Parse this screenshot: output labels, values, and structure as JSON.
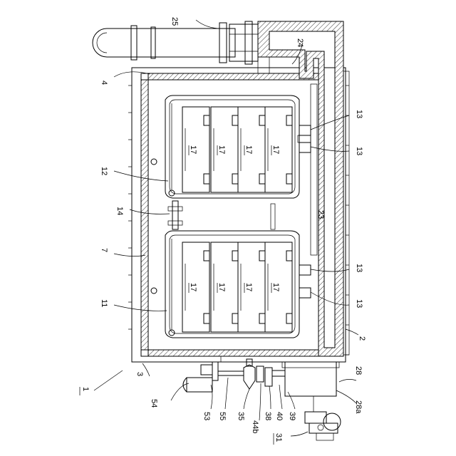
{
  "figure": {
    "labels": {
      "l25": "25",
      "l24": "24",
      "l4": "4",
      "l13a": "13",
      "l13b": "13",
      "l13c": "13",
      "l13d": "13",
      "l12": "12",
      "l14": "14",
      "l23": "23",
      "l7": "7",
      "l11": "11",
      "l2": "2",
      "l1": "1",
      "l3": "3",
      "l28": "28",
      "l28a": "28a",
      "l54": "54",
      "l53": "53",
      "l55": "55",
      "l35": "35",
      "l44b": "44b",
      "l38": "38",
      "l40": "40",
      "l39": "39",
      "l31": "31",
      "l17": "17"
    }
  }
}
